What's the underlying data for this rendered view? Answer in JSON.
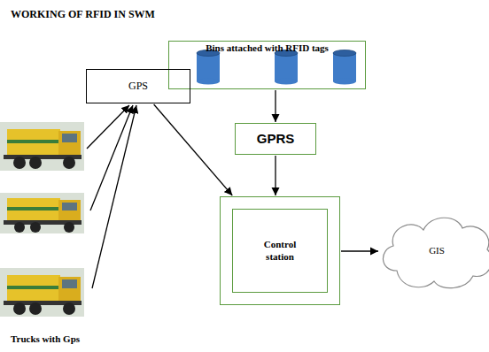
{
  "diagram": {
    "title": "WORKING OF RFID IN SWM",
    "nodes": [
      {
        "text": [
          "Bins attached with RFID tags"
        ]
      },
      {
        "text": [
          "GPS"
        ]
      },
      {
        "text": [
          "GPRS"
        ]
      },
      {
        "text": [
          "Control station"
        ]
      },
      {
        "text": [
          "GIS"
        ]
      }
    ],
    "edges": [
      {
        "from": 0,
        "to": 2,
        "arrow": "to"
      },
      {
        "from": 2,
        "to": 3,
        "arrow": "to"
      },
      {
        "from": 1,
        "to": 3,
        "arrow": "to"
      },
      {
        "from": 3,
        "to": 4,
        "arrow": "to"
      }
    ],
    "labels": [
      "Trucks with Gps"
    ]
  }
}
